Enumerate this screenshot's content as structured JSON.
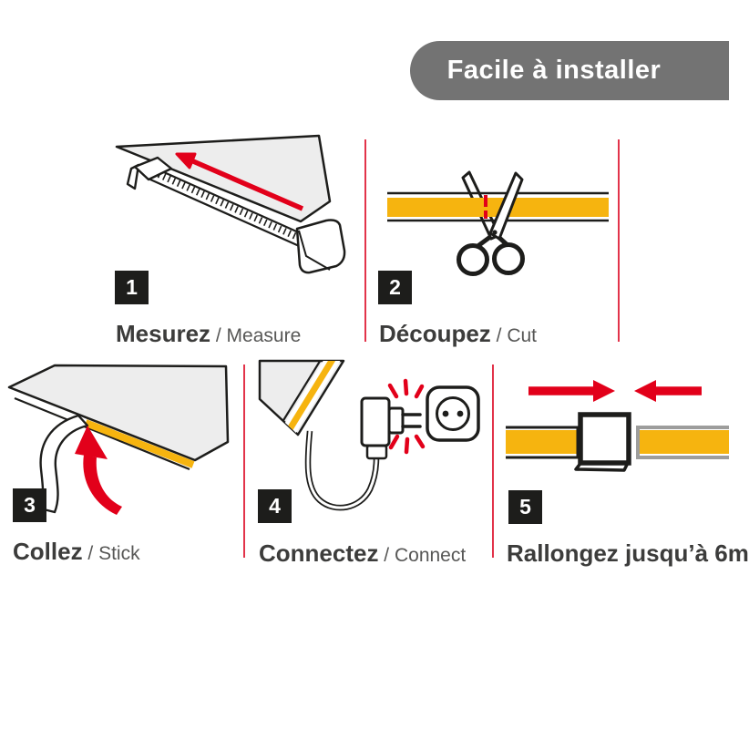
{
  "banner": {
    "label": "Facile à installer"
  },
  "steps": [
    {
      "number": "1",
      "label_fr": "Mesurez",
      "label_en": " / Measure"
    },
    {
      "number": "2",
      "label_fr": "Découpez",
      "label_en": " / Cut"
    },
    {
      "number": "3",
      "label_fr": "Collez",
      "label_en": " / Stick"
    },
    {
      "number": "4",
      "label_fr": "Connectez",
      "label_en": " / Connect"
    },
    {
      "number": "5",
      "label_fr": "Rallongez jusqu’à 6m",
      "label_en": ""
    }
  ],
  "icons": {
    "step1": "tape-measure-icon",
    "step2": "scissors-cutting-strip-icon",
    "step3": "peel-and-stick-strip-icon",
    "step4": "power-plug-and-outlet-icon",
    "step5": "strip-connector-icon"
  },
  "colors": {
    "banner_bg": "#737373",
    "banner_text": "#ffffff",
    "accent_red": "#e2001a",
    "divider_red": "#e2334a",
    "strip_yellow": "#f6b40f",
    "badge_bg": "#1d1d1b",
    "badge_text": "#ffffff",
    "text_primary": "#3c3c3b",
    "text_secondary": "#575756",
    "surface_gray": "#ededed",
    "outline_black": "#1d1d1b",
    "secondary_strip_gray": "#9d9d9c"
  }
}
